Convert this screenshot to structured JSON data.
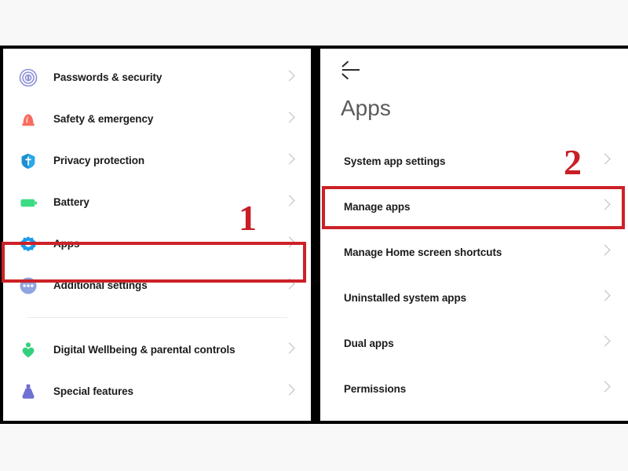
{
  "left_screen": {
    "name": "settings-main-list",
    "items": [
      {
        "label": "Passwords & security",
        "icon": "fingerprint-icon",
        "color": "#8b8fd6",
        "highlighted": false
      },
      {
        "label": "Safety & emergency",
        "icon": "emergency-siren-icon",
        "color": "#f86b5e",
        "highlighted": false
      },
      {
        "label": "Privacy protection",
        "icon": "privacy-shield-icon",
        "color": "#2aa8e8",
        "highlighted": false
      },
      {
        "label": "Battery",
        "icon": "battery-icon",
        "color": "#3ddc84",
        "highlighted": false
      },
      {
        "label": "Apps",
        "icon": "gear-icon",
        "color": "#1e9ce8",
        "highlighted": true
      },
      {
        "label": "Additional settings",
        "icon": "more-dots-icon",
        "color": "#8fa4e0",
        "highlighted": false
      }
    ],
    "items_after_separator": [
      {
        "label": "Digital Wellbeing & parental controls",
        "icon": "wellbeing-person-heart-icon",
        "color": "#35d07f",
        "highlighted": false
      },
      {
        "label": "Special features",
        "icon": "special-features-flask-icon",
        "color": "#6f6fd4",
        "highlighted": false
      }
    ]
  },
  "right_screen": {
    "name": "apps-settings-page",
    "back_label": "back-arrow",
    "title": "Apps",
    "items": [
      {
        "label": "System app settings",
        "highlighted": false
      },
      {
        "label": "Manage apps",
        "highlighted": true
      },
      {
        "label": "Manage Home screen shortcuts",
        "highlighted": false
      },
      {
        "label": "Uninstalled system apps",
        "highlighted": false
      },
      {
        "label": "Dual apps",
        "highlighted": false
      },
      {
        "label": "Permissions",
        "highlighted": false
      }
    ]
  },
  "annotations": {
    "step_one": "1",
    "step_two": "2",
    "highlight_color": "#cc2127",
    "number_color": "#c81f26"
  }
}
